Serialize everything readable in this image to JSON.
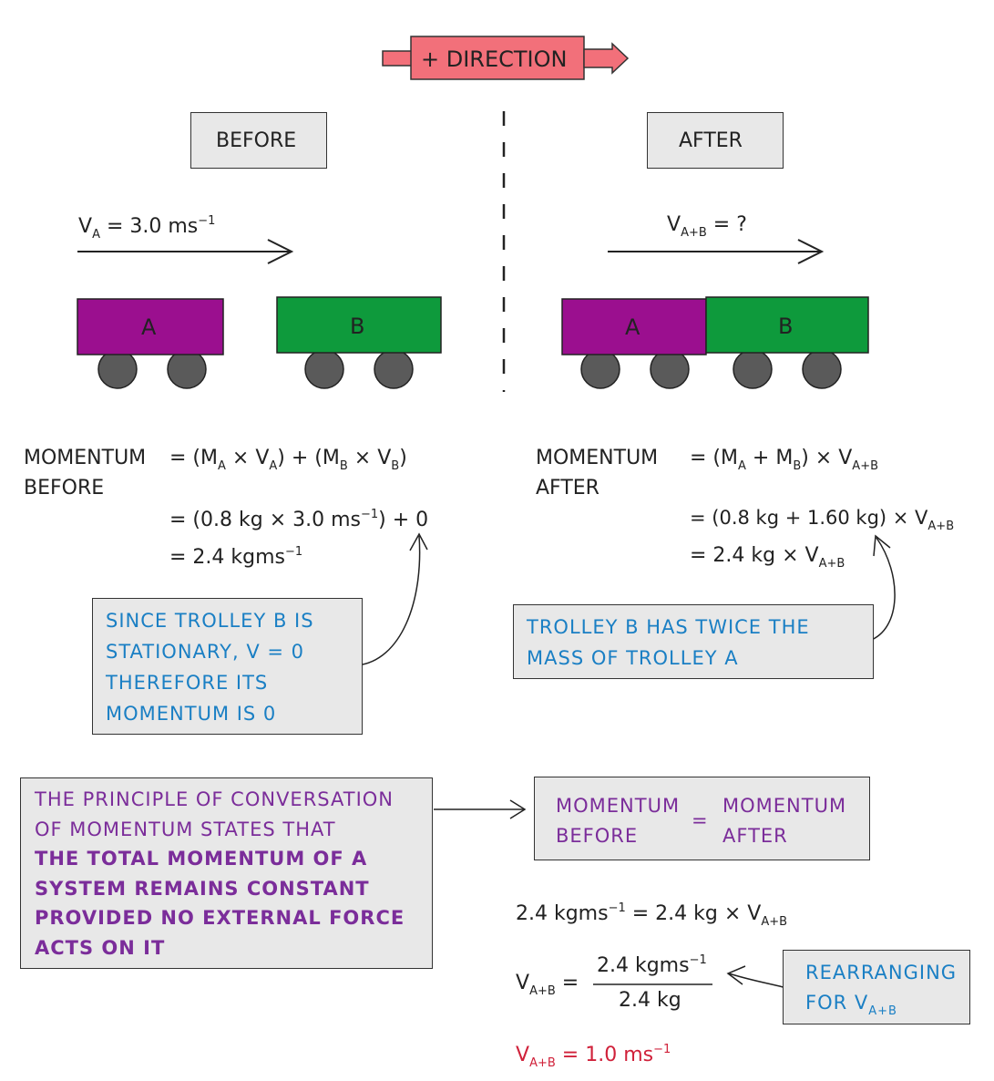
{
  "direction_label": "+ DIRECTION",
  "before_label": "BEFORE",
  "after_label": "AFTER",
  "trolley_a_label": "A",
  "trolley_b_label": "B",
  "velocity_before": {
    "symbol": "V",
    "subscript": "A",
    "value": "= 3.0 ms",
    "exponent": "−1"
  },
  "velocity_after": {
    "symbol": "V",
    "subscript": "A+B",
    "value": "= ?"
  },
  "momentum_before": {
    "heading_1": "MOMENTUM",
    "heading_2": "BEFORE",
    "eq_line_1": "= (M",
    "eq_line_1_sub_a": "A",
    "eq_line_1_b": " × V",
    "eq_line_1_sub_b": "A",
    "eq_line_1_c": ") + (M",
    "eq_line_1_sub_c": "B",
    "eq_line_1_d": " × V",
    "eq_line_1_sub_d": "B",
    "eq_line_1_e": ")",
    "eq_line_2": "= (0.8 kg × 3.0 ms",
    "eq_line_2_sup": "−1",
    "eq_line_2_b": ") + 0",
    "eq_line_3": "= 2.4 kgms",
    "eq_line_3_sup": "−1"
  },
  "momentum_after": {
    "heading_1": "MOMENTUM",
    "heading_2": "AFTER",
    "eq_line_1": "= (M",
    "eq_line_1_sub_a": "A",
    "eq_line_1_b": " + M",
    "eq_line_1_sub_b": "B",
    "eq_line_1_c": ") × V",
    "eq_line_1_sub_c": "A+B",
    "eq_line_2": "= (0.8 kg + 1.60 kg) × V",
    "eq_line_2_sub": "A+B",
    "eq_line_3": "= 2.4 kg × V",
    "eq_line_3_sub": "A+B"
  },
  "note_stationary": [
    "SINCE TROLLEY B IS",
    "STATIONARY, V = 0",
    "THEREFORE ITS",
    "MOMENTUM IS 0"
  ],
  "note_twice_mass": [
    "TROLLEY B HAS TWICE THE",
    "MASS OF TROLLEY A"
  ],
  "principle": {
    "line_1": "THE PRINCIPLE OF CONVERSATION",
    "line_2": "OF MOMENTUM STATES THAT",
    "line_3": "THE TOTAL MOMENTUM OF A",
    "line_4": "SYSTEM REMAINS CONSTANT",
    "line_5": "PROVIDED NO EXTERNAL FORCE",
    "line_6": "ACTS ON IT"
  },
  "equality_box": {
    "left_1": "MOMENTUM",
    "left_2": "BEFORE",
    "equals": "=",
    "right_1": "MOMENTUM",
    "right_2": "AFTER"
  },
  "solution": {
    "line_1_a": "2.4 kgms",
    "line_1_sup": "−1",
    "line_1_b": "= 2.4 kg × V",
    "line_1_sub": "A+B",
    "frac_lhs": "V",
    "frac_lhs_sub": "A+B",
    "frac_eq": "=",
    "frac_num": "2.4 kgms",
    "frac_num_sup": "−1",
    "frac_den": "2.4 kg",
    "result": "V",
    "result_sub": "A+B",
    "result_val": "= 1.0 ms",
    "result_sup": "−1"
  },
  "note_rearranging": {
    "line_1": "REARRANGING",
    "line_2": "FOR V",
    "line_2_sub": "A+B"
  },
  "colors": {
    "trolley_a": "#9b0f8f",
    "trolley_b": "#0e9a3c",
    "wheel": "#5a5a5a",
    "direction": "#f2707a",
    "note_text": "#1a7fc4",
    "principle_text": "#7b2d9a",
    "result_text": "#d0213a"
  }
}
